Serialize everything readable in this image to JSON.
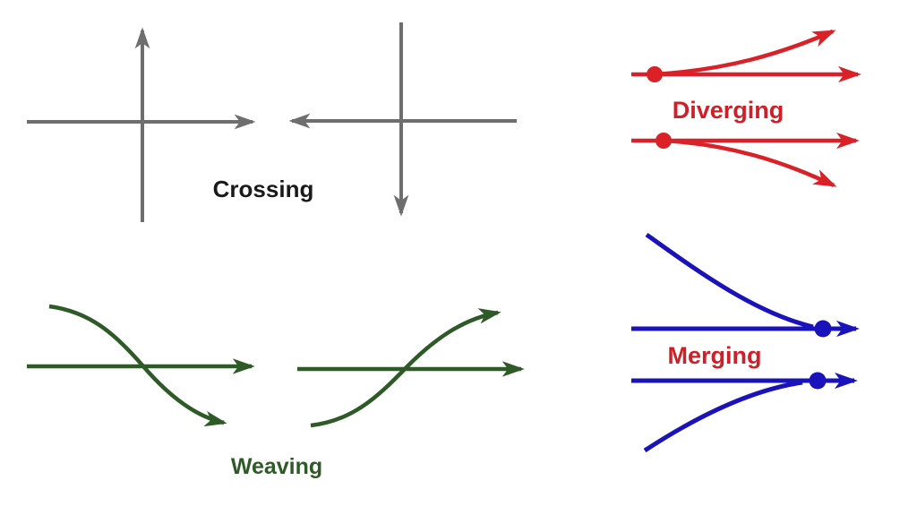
{
  "title": "Traffic conflict manoeuvre types diagram",
  "colors": {
    "background": "#ffffff",
    "gray": "#6e6e6e",
    "black": "#1a1a1a",
    "green": "#2e5a27",
    "red": "#da2128",
    "blue": "#1a13bb",
    "label-red": "#cd2127"
  },
  "labels": {
    "crossing": "Crossing",
    "weaving": "Weaving",
    "diverging": "Diverging",
    "merging": "Merging"
  }
}
